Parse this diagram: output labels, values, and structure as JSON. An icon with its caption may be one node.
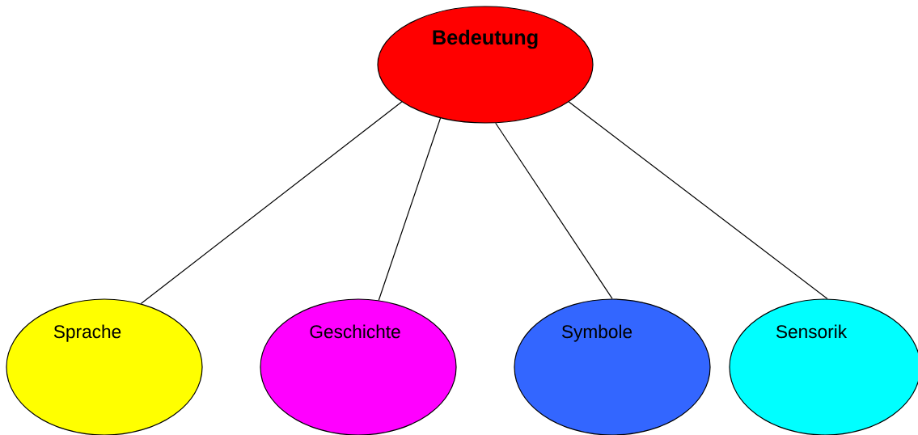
{
  "diagram": {
    "nodes": [
      {
        "text": [
          "Bedeutung"
        ]
      },
      {
        "text": [
          "Sprache"
        ]
      },
      {
        "text": [
          "Geschichte"
        ]
      },
      {
        "text": [
          "Symbole"
        ]
      },
      {
        "text": [
          "Sensorik"
        ]
      }
    ],
    "edges": [
      {
        "from": 0,
        "to": 1,
        "arrow": "none"
      },
      {
        "from": 0,
        "to": 2,
        "arrow": "none"
      },
      {
        "from": 0,
        "to": 3,
        "arrow": "none"
      },
      {
        "from": 0,
        "to": 4,
        "arrow": "none"
      }
    ]
  }
}
